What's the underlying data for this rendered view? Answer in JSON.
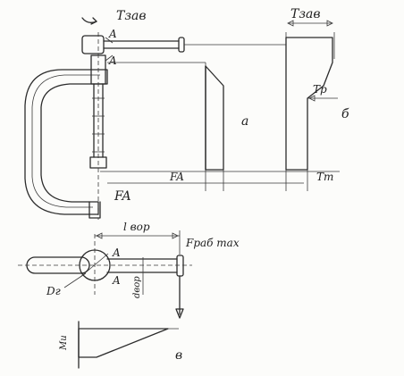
{
  "figure": {
    "labels": {
      "torque_top": "Тзав",
      "torque_right": "Тзав",
      "point_a_upper": "A",
      "point_a_lower": "A",
      "point_a_handle_upper": "A",
      "point_a_handle_lower": "A",
      "diagram_a": "а",
      "diagram_b": "б",
      "diagram_v": "в",
      "force_clamp": "FA",
      "force_axis": "FA",
      "friction_torque": "Тр",
      "thread_torque": "Тт",
      "handle_length": "l вор",
      "handle_force": "Fраб max",
      "thread_diameter": "Dг",
      "handle_diameter": "dвор",
      "bending_moment": "Mи"
    }
  }
}
